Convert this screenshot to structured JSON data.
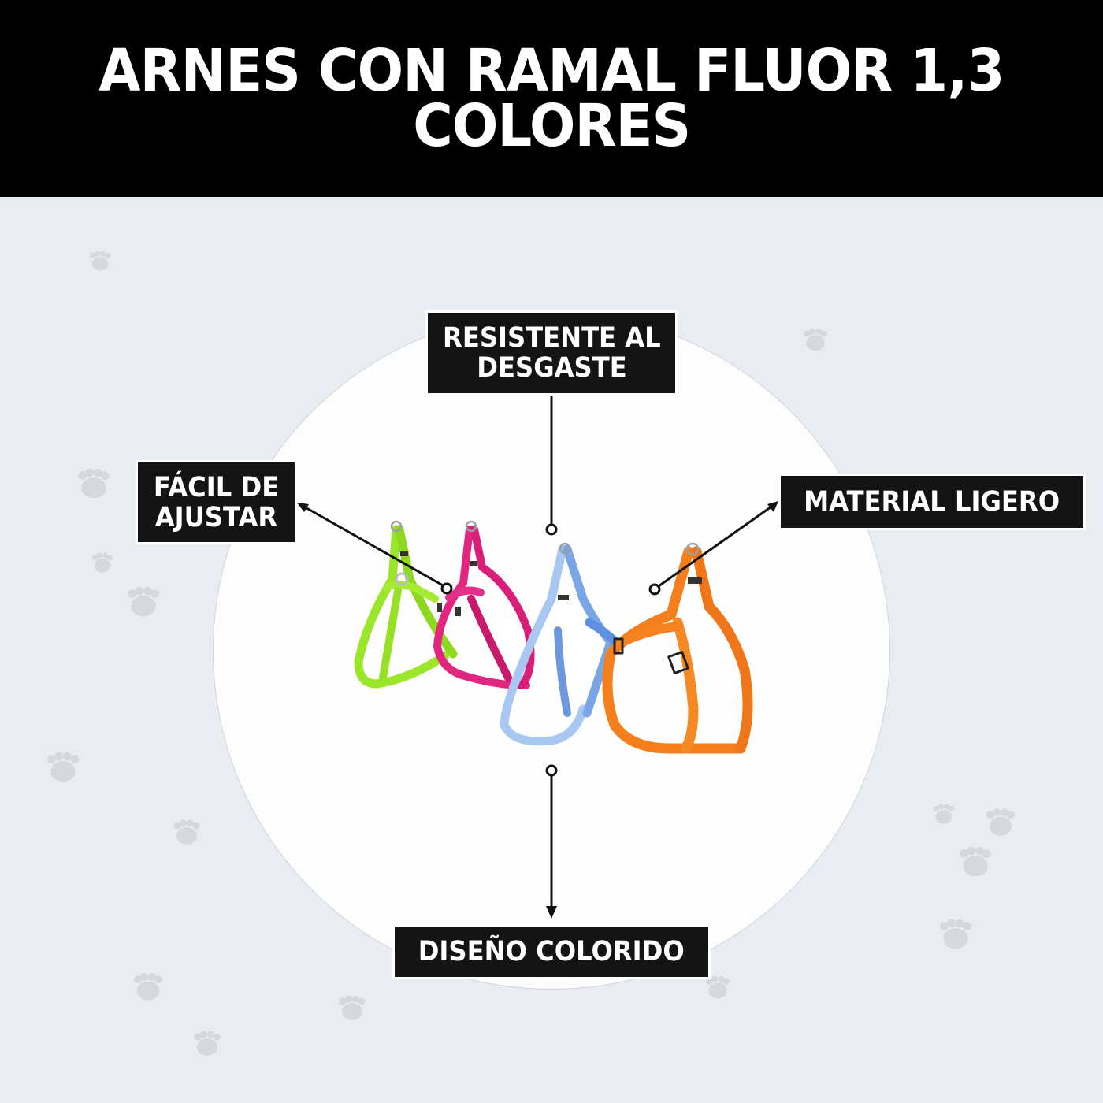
{
  "header": {
    "title_line1": "ARNES CON RAMAL FLUOR 1,3",
    "title_line2": "COLORES",
    "background": "#000000",
    "text_color": "#ffffff"
  },
  "background": {
    "color": "#e9ecf1",
    "pattern": "paw-print-icon",
    "paw_color": "#d5d8de"
  },
  "product": {
    "description": "Four dog harnesses in fluorescent colors",
    "colors": [
      {
        "name": "green",
        "hex": "#9be62a"
      },
      {
        "name": "pink",
        "hex": "#e0267f"
      },
      {
        "name": "blue",
        "hex": "#7aa6e6"
      },
      {
        "name": "orange",
        "hex": "#f47f1c"
      }
    ]
  },
  "features": [
    {
      "id": "resist",
      "line1": "RESISTENTE AL",
      "line2": "DESGASTE"
    },
    {
      "id": "facil",
      "line1": "FÁCIL DE",
      "line2": "AJUSTAR"
    },
    {
      "id": "material",
      "line1": "MATERIAL LIGERO"
    },
    {
      "id": "diseno",
      "line1": "DISEÑO COLORIDO"
    }
  ]
}
